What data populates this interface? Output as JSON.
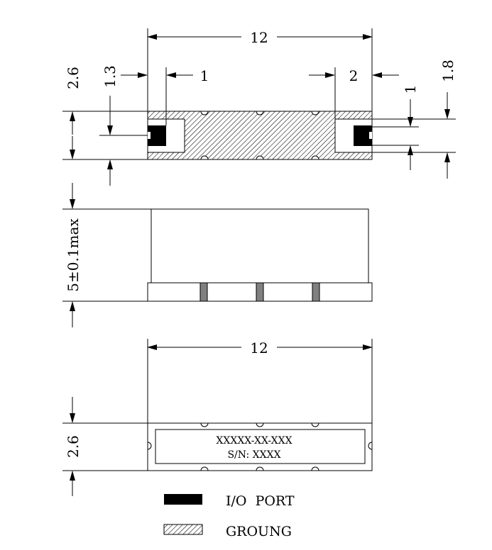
{
  "top_view": {
    "width_dim": "12",
    "height_dim": "2.6",
    "port_offset_dim": "1.3",
    "port_width_left_dim": "1",
    "port_width_right_dim": "2",
    "port_height_dim": "1",
    "port_span_dim": "1.8"
  },
  "side_view": {
    "height_dim": "5±0.1max"
  },
  "bottom_view": {
    "width_dim": "12",
    "height_dim": "2.6",
    "label_line1": "XXXXX-XX-XXX",
    "label_line2": "S/N: XXXX"
  },
  "legend": {
    "io_port": "I/O  PORT",
    "ground": "GROUNG"
  }
}
